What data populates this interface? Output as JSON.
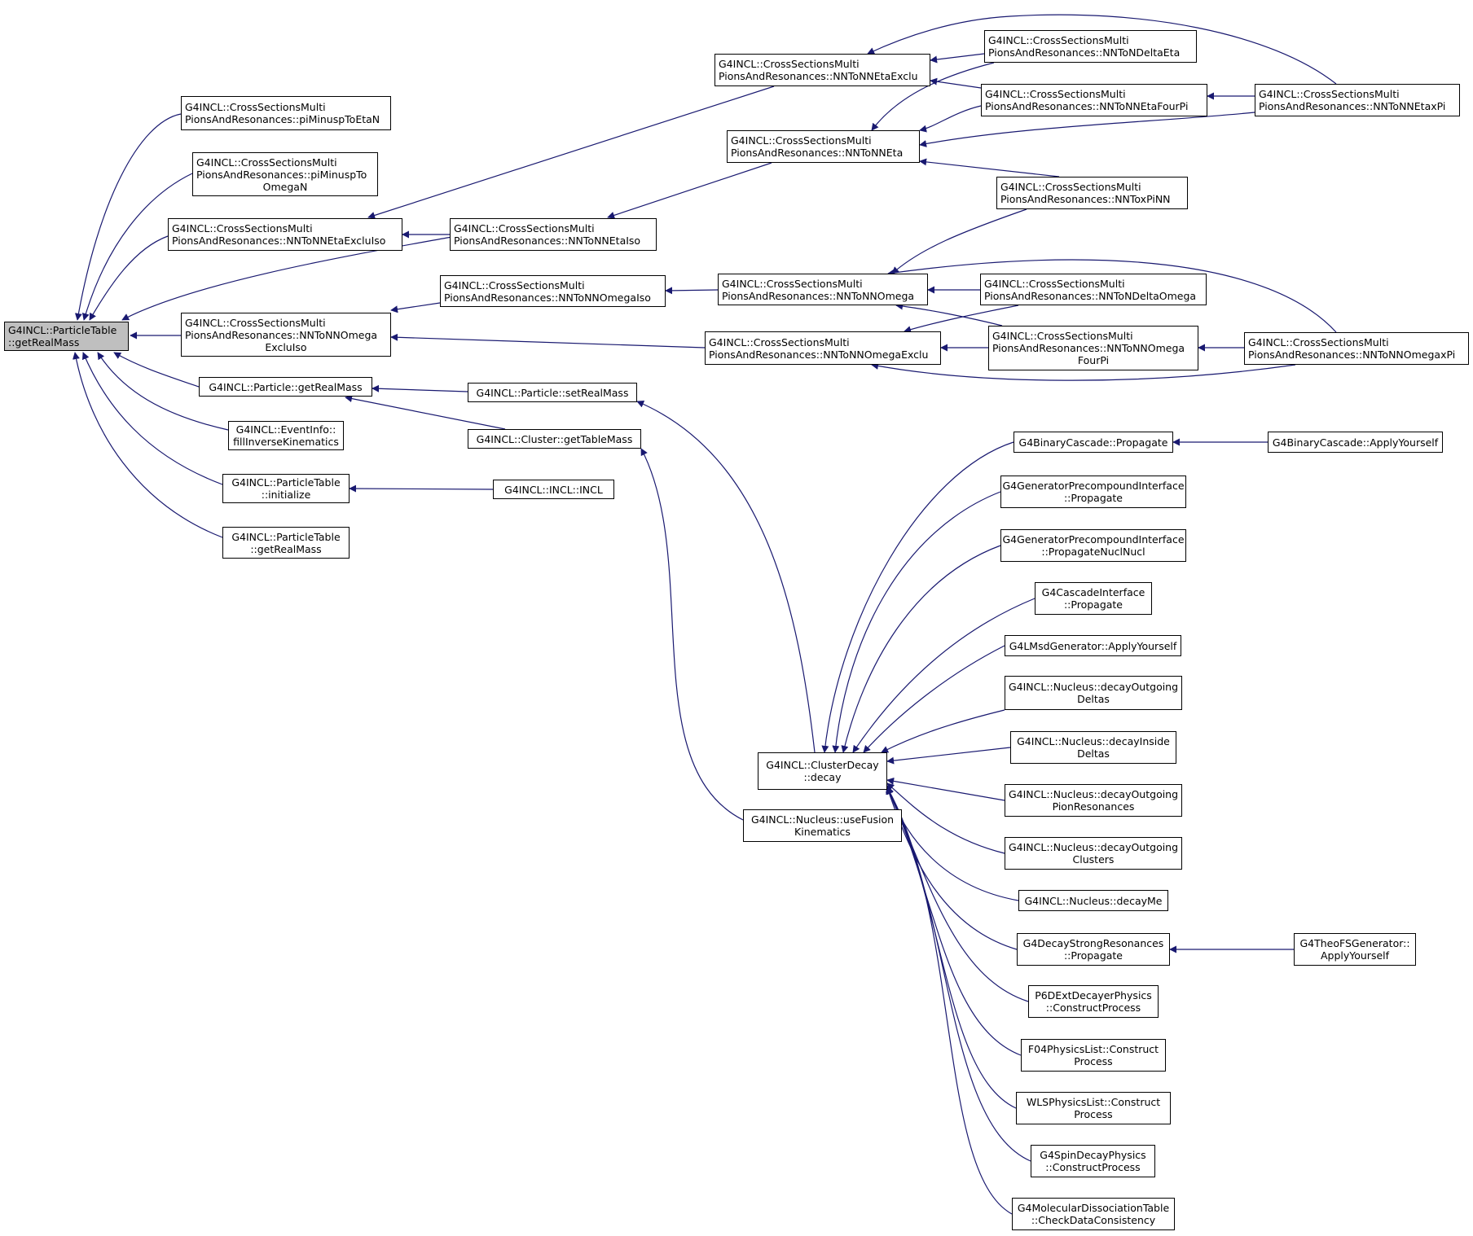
{
  "graph": {
    "colors": {
      "edge": "#191970",
      "node_border": "#000000",
      "root_fill": "#bfbfbf",
      "node_fill": "#ffffff"
    },
    "nodes": {
      "root": [
        "G4INCL::ParticleTable",
        "::getRealMass"
      ],
      "piMinuspToEtaN": [
        "G4INCL::CrossSectionsMulti",
        "PionsAndResonances::piMinuspToEtaN"
      ],
      "piMinuspToOmegaN": [
        "G4INCL::CrossSectionsMulti",
        "PionsAndResonances::piMinuspTo",
        "OmegaN"
      ],
      "NNToNNEtaExcluIso": [
        "G4INCL::CrossSectionsMulti",
        "PionsAndResonances::NNToNNEtaExcluIso"
      ],
      "NNToNNEtaIso": [
        "G4INCL::CrossSectionsMulti",
        "PionsAndResonances::NNToNNEtaIso"
      ],
      "NNToNNEtaExclu": [
        "G4INCL::CrossSectionsMulti",
        "PionsAndResonances::NNToNNEtaExclu"
      ],
      "NNToNNEta": [
        "G4INCL::CrossSectionsMulti",
        "PionsAndResonances::NNToNNEta"
      ],
      "NNToNDeltaEta": [
        "G4INCL::CrossSectionsMulti",
        "PionsAndResonances::NNToNDeltaEta"
      ],
      "NNToNNEtaFourPi": [
        "G4INCL::CrossSectionsMulti",
        "PionsAndResonances::NNToNNEtaFourPi"
      ],
      "NNToNNEtaxPi": [
        "G4INCL::CrossSectionsMulti",
        "PionsAndResonances::NNToNNEtaxPi"
      ],
      "NNToxPiNN": [
        "G4INCL::CrossSectionsMulti",
        "PionsAndResonances::NNToxPiNN"
      ],
      "NNToNNOmegaExcluIso": [
        "G4INCL::CrossSectionsMulti",
        "PionsAndResonances::NNToNNOmega",
        "ExcluIso"
      ],
      "NNToNNOmegaIso": [
        "G4INCL::CrossSectionsMulti",
        "PionsAndResonances::NNToNNOmegaIso"
      ],
      "NNToNNOmega": [
        "G4INCL::CrossSectionsMulti",
        "PionsAndResonances::NNToNNOmega"
      ],
      "NNToNDeltaOmega": [
        "G4INCL::CrossSectionsMulti",
        "PionsAndResonances::NNToNDeltaOmega"
      ],
      "NNToNNOmegaExclu": [
        "G4INCL::CrossSectionsMulti",
        "PionsAndResonances::NNToNNOmegaExclu"
      ],
      "NNToNNOmegaFourPi": [
        "G4INCL::CrossSectionsMulti",
        "PionsAndResonances::NNToNNOmega",
        "FourPi"
      ],
      "NNToNNOmegaxPi": [
        "G4INCL::CrossSectionsMulti",
        "PionsAndResonances::NNToNNOmegaxPi"
      ],
      "particleGetRealMass": [
        "G4INCL::Particle::getRealMass"
      ],
      "particleSetRealMass": [
        "G4INCL::Particle::setRealMass"
      ],
      "clusterGetTableMass": [
        "G4INCL::Cluster::getTableMass"
      ],
      "eventInfoFillInverse": [
        "G4INCL::EventInfo::",
        "fillInverseKinematics"
      ],
      "particleTableInitialize": [
        "G4INCL::ParticleTable",
        "::initialize"
      ],
      "particleTableGetRealMass2": [
        "G4INCL::ParticleTable",
        "::getRealMass"
      ],
      "inclINCL": [
        "G4INCL::INCL::INCL"
      ],
      "clusterDecay": [
        "G4INCL::ClusterDecay",
        "::decay"
      ],
      "useFusionKinematics": [
        "G4INCL::Nucleus::useFusion",
        "Kinematics"
      ],
      "binaryPropagate": [
        "G4BinaryCascade::Propagate"
      ],
      "binaryApplyYourself": [
        "G4BinaryCascade::ApplyYourself"
      ],
      "precoPropagate": [
        "G4GeneratorPrecompoundInterface",
        "::Propagate"
      ],
      "precoPropagateNuclNucl": [
        "G4GeneratorPrecompoundInterface",
        "::PropagateNuclNucl"
      ],
      "cascadePropagate": [
        "G4CascadeInterface",
        "::Propagate"
      ],
      "lmsdApply": [
        "G4LMsdGenerator::ApplyYourself"
      ],
      "decayOutgoingDeltas": [
        "G4INCL::Nucleus::decayOutgoing",
        "Deltas"
      ],
      "decayInsideDeltas": [
        "G4INCL::Nucleus::decayInside",
        "Deltas"
      ],
      "decayOutgoingPion": [
        "G4INCL::Nucleus::decayOutgoing",
        "PionResonances"
      ],
      "decayOutgoingClusters": [
        "G4INCL::Nucleus::decayOutgoing",
        "Clusters"
      ],
      "decayMe": [
        "G4INCL::Nucleus::decayMe"
      ],
      "decayStrongPropagate": [
        "G4DecayStrongResonances",
        "::Propagate"
      ],
      "theoFSApply": [
        "G4TheoFSGenerator::",
        "ApplyYourself"
      ],
      "p6dConstruct": [
        "P6DExtDecayerPhysics",
        "::ConstructProcess"
      ],
      "f04Construct": [
        "F04PhysicsList::Construct",
        "Process"
      ],
      "wlsConstruct": [
        "WLSPhysicsList::Construct",
        "Process"
      ],
      "spinConstruct": [
        "G4SpinDecayPhysics",
        "::ConstructProcess"
      ],
      "molecularCheck": [
        "G4MolecularDissociationTable",
        "::CheckDataConsistency"
      ]
    }
  }
}
